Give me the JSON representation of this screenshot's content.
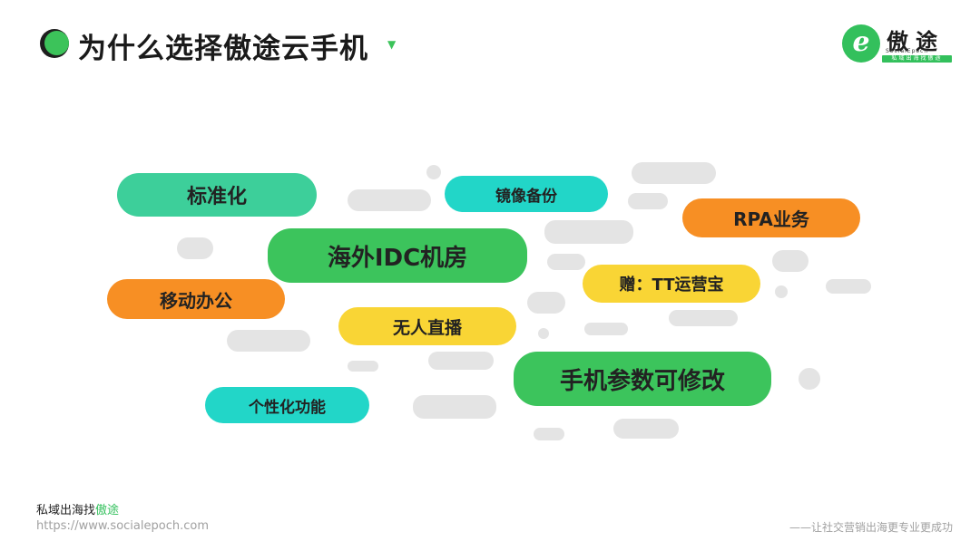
{
  "header": {
    "title": "为什么选择傲途云手机",
    "caret_icon": "triangle-down-icon"
  },
  "logo": {
    "letter": "e",
    "name": "傲途",
    "sub": "SocialEpoch",
    "tagline": "私域出海找傲途"
  },
  "features": [
    {
      "label": "标准化",
      "color": "#3dcf9a"
    },
    {
      "label": "镜像备份",
      "color": "#22d6c8"
    },
    {
      "label": "RPA业务",
      "color": "#f78f24"
    },
    {
      "label": "海外IDC机房",
      "color": "#3cc45c"
    },
    {
      "label": "赠：TT运营宝",
      "color": "#f9d535"
    },
    {
      "label": "移动办公",
      "color": "#f78f24"
    },
    {
      "label": "无人直播",
      "color": "#f9d535"
    },
    {
      "label": "手机参数可修改",
      "color": "#3cc45c"
    },
    {
      "label": "个性化功能",
      "color": "#22d6c8"
    }
  ],
  "footer": {
    "brand_prefix": "私域出海找",
    "brand_highlight": "傲途",
    "url": "https://www.socialepoch.com",
    "slogan": "——让社交营销出海更专业更成功"
  }
}
